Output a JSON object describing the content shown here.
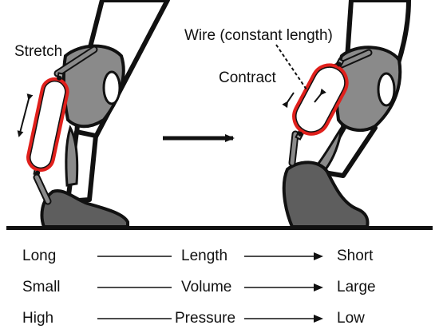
{
  "labels": {
    "stretch": "Stretch",
    "wire": "Wire (constant length)",
    "contract": "Contract"
  },
  "legend": {
    "rows": [
      {
        "left": "Long",
        "middle": "Length",
        "right": "Short"
      },
      {
        "left": "Small",
        "middle": "Volume",
        "right": "Large"
      },
      {
        "left": "High",
        "middle": "Pressure",
        "right": "Low"
      }
    ]
  },
  "colors": {
    "actuator_outline": "#e0201c",
    "shoe": "#5e5e5e",
    "brace": "#8a8a8a",
    "ink": "#111111"
  }
}
